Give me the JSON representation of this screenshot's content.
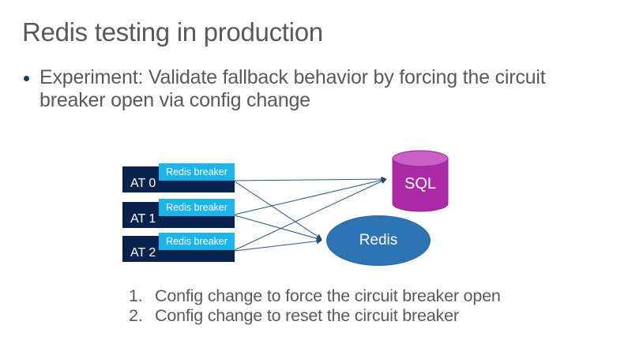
{
  "slide": {
    "title": "Redis testing in production",
    "bullet": "Experiment: Validate fallback behavior by forcing the circuit breaker open via config change"
  },
  "diagram": {
    "servers": [
      {
        "name": "AT 0",
        "breaker_label": "Redis breaker"
      },
      {
        "name": "AT 1",
        "breaker_label": "Redis breaker"
      },
      {
        "name": "AT 2",
        "breaker_label": "Redis breaker"
      }
    ],
    "sql": {
      "label": "SQL"
    },
    "redis": {
      "label": "Redis"
    },
    "connections": "each AT server connects to SQL and Redis"
  },
  "steps": {
    "items": [
      {
        "num": "1.",
        "text": "Config change to force the circuit breaker open"
      },
      {
        "num": "2.",
        "text": "Config change to reset the circuit breaker"
      }
    ]
  },
  "colors": {
    "server_box": "#0a234e",
    "breaker_box": "#1cb4ea",
    "sql_body": "#ad2aa6",
    "sql_top": "#c75fc5",
    "redis_fill": "#2e74b5",
    "connector_line": "#2a5783",
    "title_text": "#595959",
    "body_text": "#595959",
    "bullet_dot": "#1f3864"
  }
}
